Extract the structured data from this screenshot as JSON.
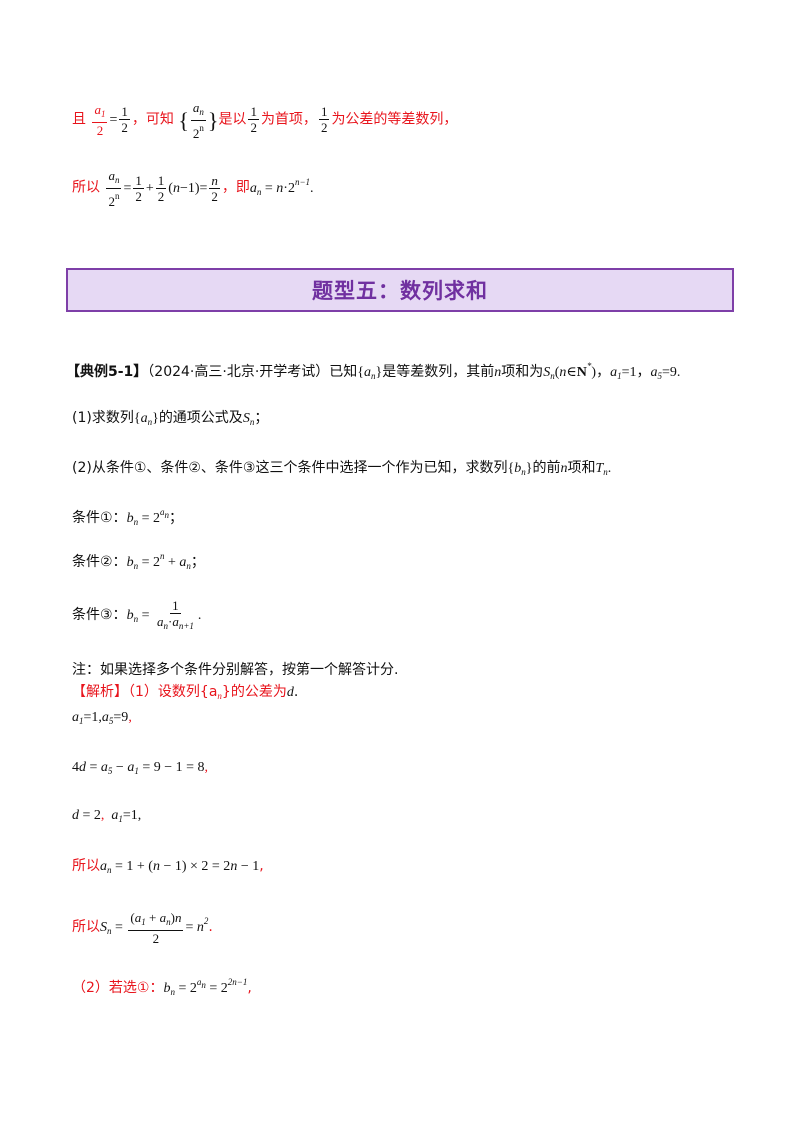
{
  "top": {
    "line1_prefix": "且",
    "line1_mid": "，可知",
    "line1_a": "是以",
    "line1_b": "为首项，",
    "line1_c": "为公差的等差数列，",
    "line2_prefix": "所以",
    "line2_mid": "，即"
  },
  "banner_title": "题型五：数列求和",
  "example": {
    "label": "【典例5-1】",
    "source": "（2024·高三·北京·开学考试）已知",
    "text1": "是等差数列，其前",
    "text2": "项和为",
    "q1_prefix": "(1)求数列",
    "q1_suffix": "的通项公式及",
    "q2_prefix": "(2)从条件①、条件②、条件③这三个条件中选择一个作为已知，求数列",
    "q2_mid": "的前",
    "q2_suffix": "项和",
    "c1": "条件①：",
    "c2": "条件②：",
    "c3": "条件③：",
    "note": "注：如果选择多个条件分别解答，按第一个解答计分."
  },
  "solution": {
    "label": "【解析】",
    "intro": "（1）设数列{a",
    "intro_sub": "n",
    "intro_end": "}的公差为",
    "so1": "所以",
    "so2": "所以",
    "part2": "（2）若选①："
  }
}
